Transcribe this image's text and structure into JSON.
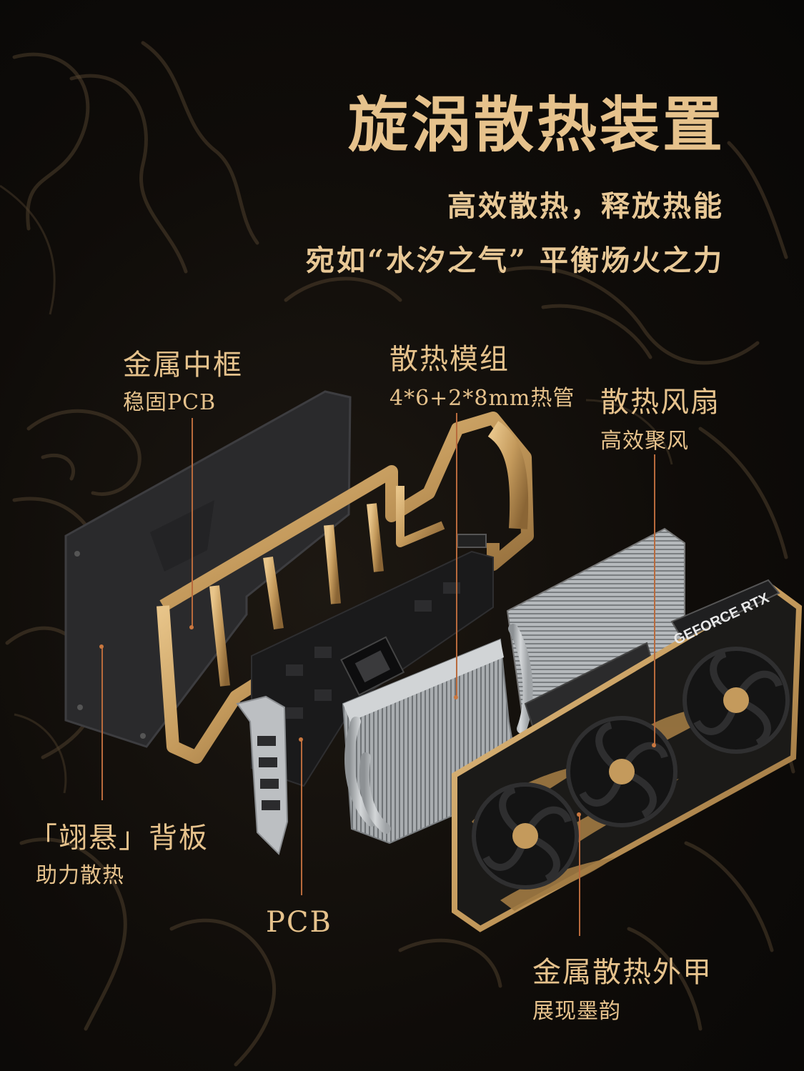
{
  "header": {
    "title": "旋涡散热装置",
    "subtitle_line1": "高效散热，释放热能",
    "subtitle_line2": "宛如“水汐之气” 平衡炀火之力"
  },
  "callouts": {
    "frame": {
      "title": "金属中框",
      "desc": "稳固PCB"
    },
    "heatsink": {
      "title": "散热模组",
      "desc": "4*6+2*8mm热管"
    },
    "fans": {
      "title": "散热风扇",
      "desc": "高效聚风"
    },
    "backplate": {
      "title": "「翊悬」背板",
      "desc": "助力散热"
    },
    "pcb": {
      "title": "PCB"
    },
    "shroud": {
      "title": "金属散热外甲",
      "desc": "展现墨韵"
    }
  },
  "shroud_brand": "GEFORCE RTX",
  "colors": {
    "background": "#0d0b09",
    "gold_text": "#e6c28c",
    "leader_line": "#b86a3c",
    "frame_gold": "#c9a063",
    "heatsink_silver": "#b9bcbf"
  },
  "icons": [
    "dragon-background-art",
    "fan-hub-logo-icon"
  ]
}
